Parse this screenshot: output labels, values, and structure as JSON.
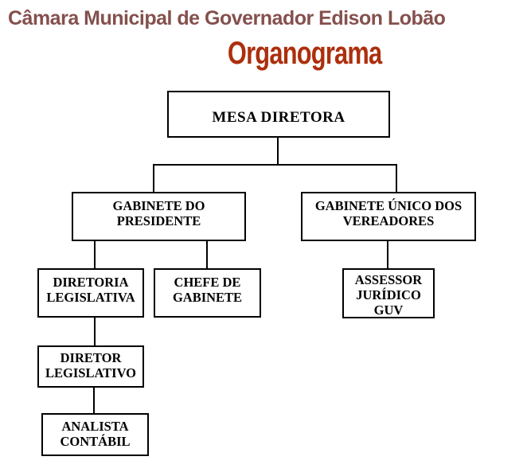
{
  "header": {
    "title": "Câmara Municipal de Governador Edison Lobão",
    "subtitle": "Organograma"
  },
  "colors": {
    "title_text": "#84504D",
    "subtitle_text": "#AC2F0D",
    "box_border": "#000000",
    "box_text": "#000000",
    "connector_line": "#000000",
    "background": "#FFFFFF"
  },
  "org_chart": {
    "nodes": [
      {
        "id": "mesa-diretora",
        "label": "MESA DIRETORA",
        "level": 1,
        "parent": null
      },
      {
        "id": "gabinete-do-presidente",
        "label": "GABINETE DO\nPRESIDENTE",
        "level": 2,
        "parent": "mesa-diretora"
      },
      {
        "id": "gabinete-unico-vereadores",
        "label": "GABINETE ÚNICO DOS\nVEREADORES",
        "level": 2,
        "parent": "mesa-diretora"
      },
      {
        "id": "diretoria-legislativa",
        "label": "DIRETORIA\nLEGISLATIVA",
        "level": 3,
        "parent": "gabinete-do-presidente"
      },
      {
        "id": "chefe-de-gabinete",
        "label": "CHEFE DE\nGABINETE",
        "level": 3,
        "parent": "gabinete-do-presidente"
      },
      {
        "id": "assessor-juridico-guv",
        "label": "ASSESSOR\nJURÍDICO\nGUV",
        "level": 3,
        "parent": "gabinete-unico-vereadores"
      },
      {
        "id": "diretor-legislativo",
        "label": "DIRETOR\nLEGISLATIVO",
        "level": 4,
        "parent": "diretoria-legislativa"
      },
      {
        "id": "analista-contabil",
        "label": "ANALISTA\nCONTÁBIL",
        "level": 5,
        "parent": "diretor-legislativo"
      }
    ]
  }
}
